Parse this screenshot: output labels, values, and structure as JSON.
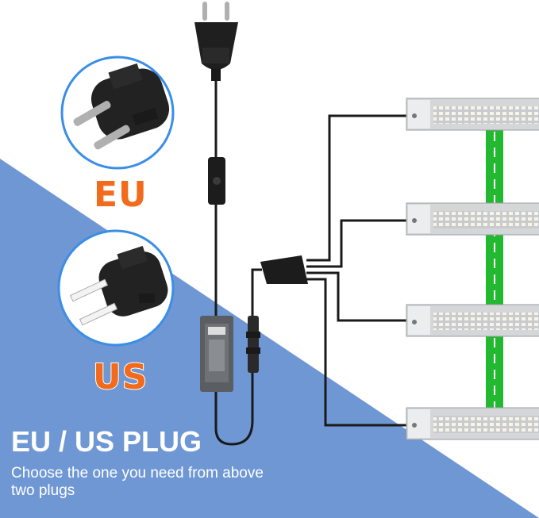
{
  "plugs": {
    "eu_label": "EU",
    "us_label": "US"
  },
  "headline": "EU / US PLUG",
  "subtext": "Choose the one you need from above two plugs",
  "colors": {
    "background_blue": "#6f97d4",
    "label_orange": "#f26a1b",
    "cable": "#1a1a1a",
    "connector_bar": "#22b830",
    "light_panel": "#d4d6d8"
  },
  "light_bars_count_shown": 4
}
